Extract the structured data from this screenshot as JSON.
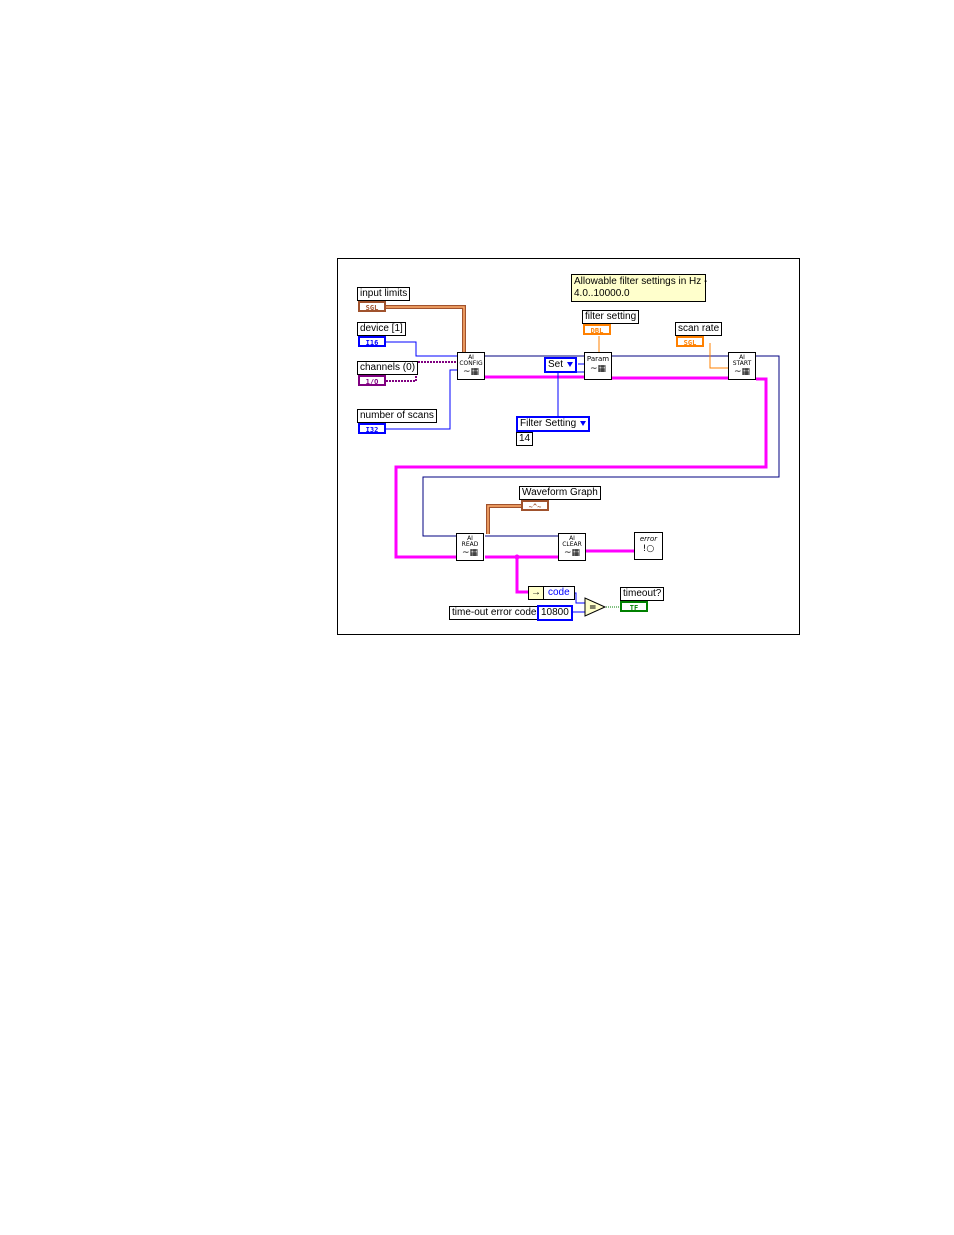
{
  "labels": {
    "input_limits": "input limits",
    "device": "device [1]",
    "channels": "channels (0)",
    "number_of_scans": "number of scans",
    "filter_setting": "filter setting",
    "scan_rate": "scan rate",
    "waveform_graph": "Waveform Graph",
    "timeout": "timeout?",
    "timeout_error_code": "time-out error code"
  },
  "note": {
    "line1": "Allowable filter settings in Hz -",
    "line2": "4.0..10000.0"
  },
  "terminals": {
    "input_limits": "SGL",
    "device": "I16",
    "channels": "1/O",
    "number_of_scans": "I32",
    "filter_setting": "DBL",
    "scan_rate": "SGL",
    "timeout": "TF"
  },
  "constants": {
    "set": "Set",
    "filter_ring": "Filter Setting",
    "filter_ring_value": "14",
    "code": "code",
    "error_code_value": "10800"
  },
  "vis": {
    "config": [
      "AI",
      "CONFIG"
    ],
    "param": "Param",
    "start": [
      "AI",
      "START"
    ],
    "read": [
      "AI",
      "READ"
    ],
    "clear": [
      "AI",
      "CLEAR"
    ],
    "error": "error"
  },
  "colors": {
    "error_wire": "#ff00ff",
    "int_wire": "#0000ff",
    "float_wire": "#ff8000",
    "bool_wire": "#008000",
    "array_wire": "#a0522d",
    "note_bg": "#ffffcc"
  }
}
